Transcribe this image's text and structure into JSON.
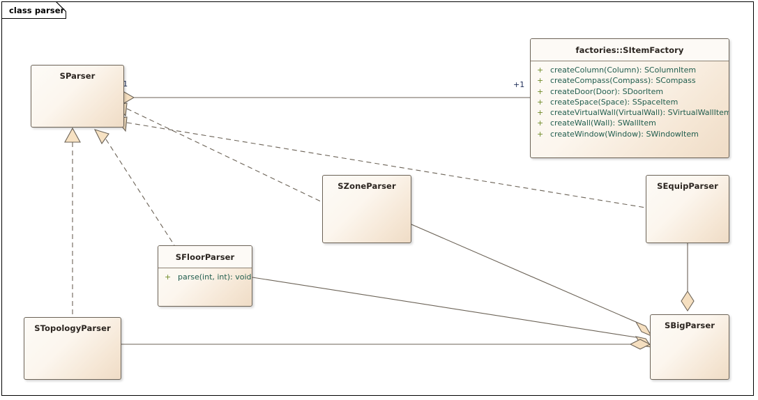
{
  "frame": {
    "label": "class parser"
  },
  "palette": {
    "edge_line": "#6b6256",
    "shape_fill": "#f5dfc0",
    "shape_stroke": "#6b6256",
    "class_border": "#6b6256",
    "title_text": "#2b2520",
    "visibility_text": "#6f8a27",
    "signature_text": "#1f5c4d",
    "multiplicity_text": "#1b2a55",
    "frame_border": "#000000",
    "background": "#ffffff"
  },
  "classes": [
    {
      "id": "sparser",
      "name": "SParser",
      "operations": []
    },
    {
      "id": "sitemfactory",
      "name": "factories::SItemFactory",
      "operations": [
        {
          "visibility": "+",
          "signature": "createColumn(Column): SColumnItem"
        },
        {
          "visibility": "+",
          "signature": "createCompass(Compass): SCompass"
        },
        {
          "visibility": "+",
          "signature": "createDoor(Door): SDoorItem"
        },
        {
          "visibility": "+",
          "signature": "createSpace(Space): SSpaceItem"
        },
        {
          "visibility": "+",
          "signature": "createVirtualWall(VirtualWall): SVirtualWallItem"
        },
        {
          "visibility": "+",
          "signature": "createWall(Wall): SWallItem"
        },
        {
          "visibility": "+",
          "signature": "createWindow(Window): SWindowItem"
        }
      ]
    },
    {
      "id": "szoneparser",
      "name": "SZoneParser",
      "operations": []
    },
    {
      "id": "sequipparser",
      "name": "SEquipParser",
      "operations": []
    },
    {
      "id": "sfloorparser",
      "name": "SFloorParser",
      "operations": [
        {
          "visibility": "+",
          "signature": "parse(int, int): void"
        }
      ]
    },
    {
      "id": "stopologyparser",
      "name": "STopologyParser",
      "operations": []
    },
    {
      "id": "sbigparser",
      "name": "SBigParser",
      "operations": []
    }
  ],
  "multiplicities": [
    {
      "id": "sparser-end",
      "text": "+1"
    },
    {
      "id": "sitemfactory-end",
      "text": "+1"
    }
  ],
  "relationships": [
    {
      "id": "sparser-aggregates-sitemfactory",
      "type": "aggregation",
      "source": "SParser",
      "target": "factories::SItemFactory"
    },
    {
      "id": "szoneparser-realizes-sparser",
      "type": "realization",
      "source": "SZoneParser",
      "target": "SParser"
    },
    {
      "id": "sequipparser-realizes-sparser",
      "type": "realization",
      "source": "SEquipParser",
      "target": "SParser"
    },
    {
      "id": "sfloorparser-realizes-sparser",
      "type": "realization",
      "source": "SFloorParser",
      "target": "SParser"
    },
    {
      "id": "stopologyparser-realizes-sparser",
      "type": "realization",
      "source": "STopologyParser",
      "target": "SParser"
    },
    {
      "id": "sbigparser-aggregates-sequipparser",
      "type": "aggregation",
      "source": "SBigParser",
      "target": "SEquipParser"
    },
    {
      "id": "sbigparser-aggregates-szoneparser",
      "type": "aggregation",
      "source": "SBigParser",
      "target": "SZoneParser"
    },
    {
      "id": "sbigparser-aggregates-sfloorparser",
      "type": "aggregation",
      "source": "SBigParser",
      "target": "SFloorParser"
    },
    {
      "id": "sbigparser-aggregates-stopologyparser",
      "type": "aggregation",
      "source": "SBigParser",
      "target": "STopologyParser"
    }
  ]
}
